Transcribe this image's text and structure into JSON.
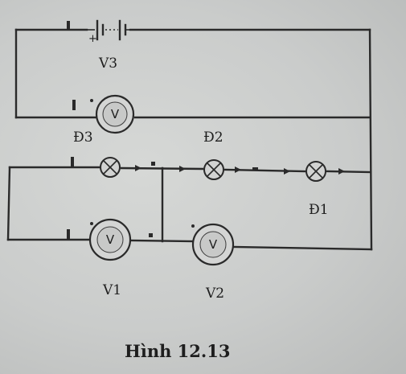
{
  "figure": {
    "caption": "Hình 12.13"
  },
  "components": {
    "battery": {
      "label": "V3",
      "sign": "+"
    },
    "voltmeter_top": {
      "symbol": "V"
    },
    "voltmeter_1": {
      "label": "V1",
      "symbol": "V"
    },
    "voltmeter_2": {
      "label": "V2",
      "symbol": "V"
    },
    "lamp_1": {
      "label": "Đ1"
    },
    "lamp_2": {
      "label": "Đ2"
    },
    "lamp_3": {
      "label": "Đ3"
    }
  }
}
